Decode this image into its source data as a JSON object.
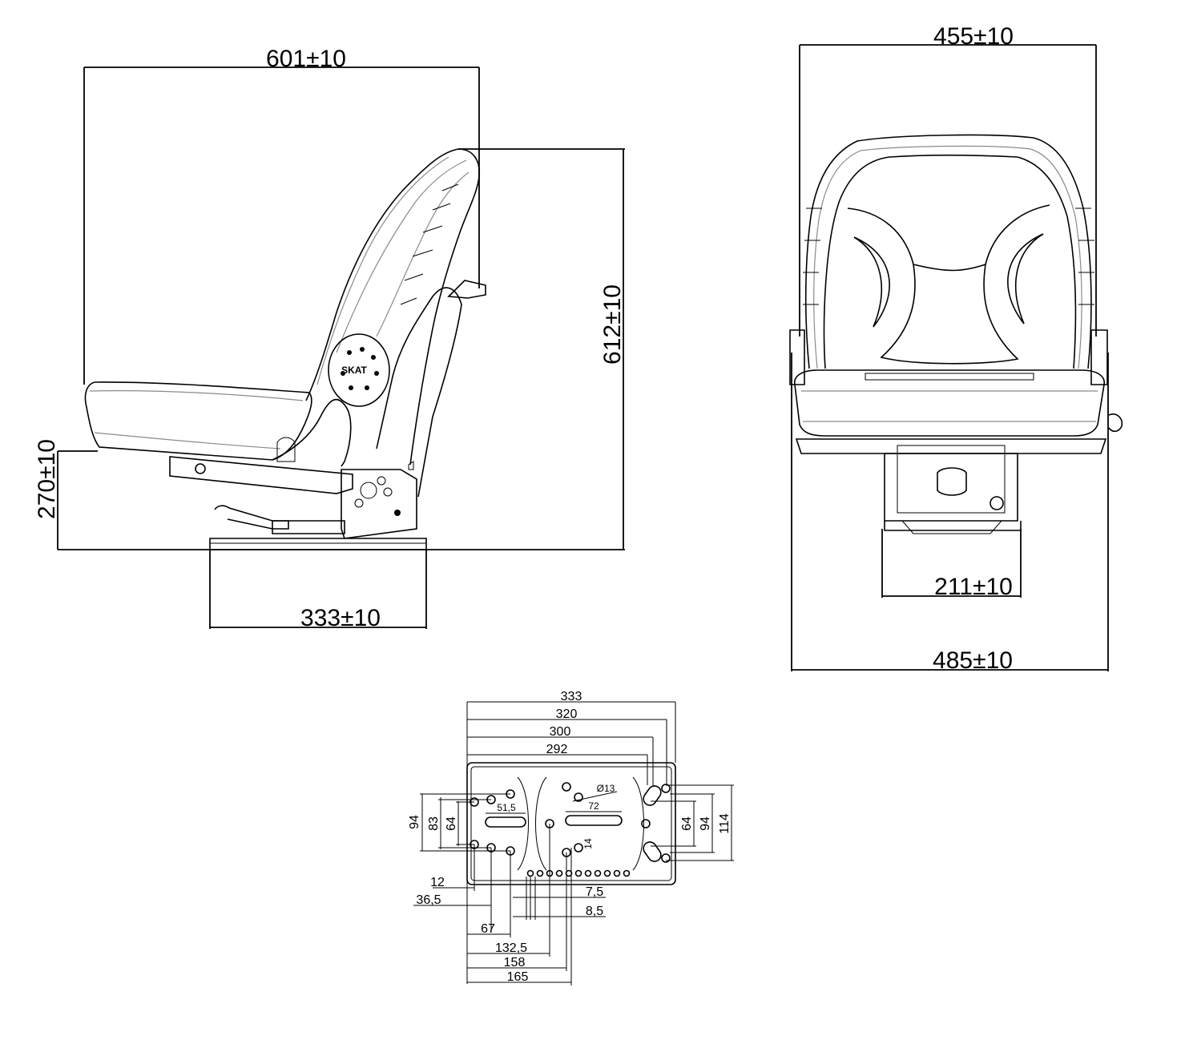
{
  "side_view": {
    "overall_length": "601±10",
    "overall_height": "612±10",
    "seat_height": "270±10",
    "base_length": "333±10",
    "logo_text": "SKAT"
  },
  "front_view": {
    "backrest_width": "455±10",
    "overall_width": "485±10",
    "base_width": "211±10"
  },
  "base_plate": {
    "dim_333": "333",
    "dim_320": "320",
    "dim_300": "300",
    "dim_292": "292",
    "hole_diameter": "Ø13",
    "slot_left_length": "51,5",
    "slot_mid_length": "72",
    "slot_width": "14",
    "left_94": "94",
    "left_83": "83",
    "left_64": "64",
    "right_64": "64",
    "right_94": "94",
    "right_114": "114",
    "dim_12": "12",
    "dim_36_5": "36,5",
    "dim_7_5": "7,5",
    "dim_8_5": "8,5",
    "dim_67": "67",
    "dim_132_5": "132,5",
    "dim_158": "158",
    "dim_165": "165"
  }
}
